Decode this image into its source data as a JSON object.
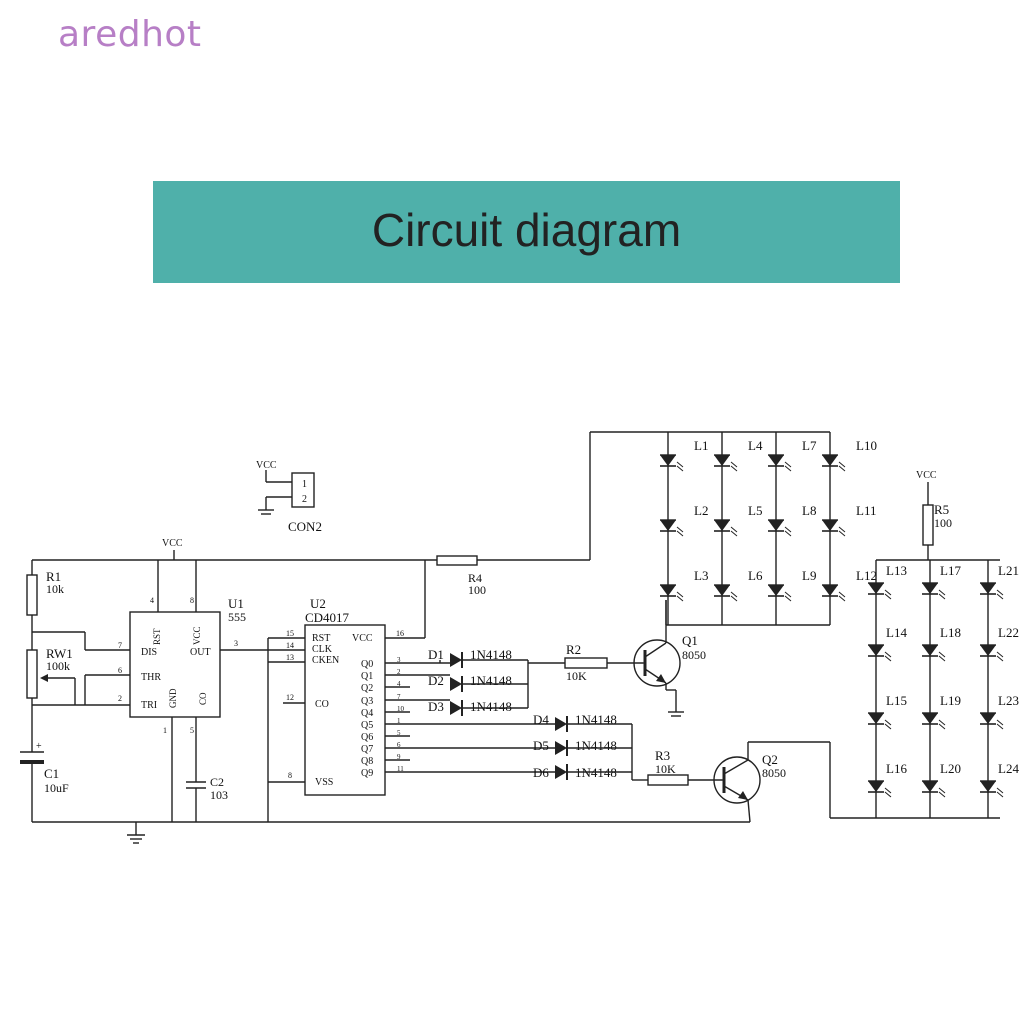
{
  "brand": "aredhot",
  "banner": {
    "title": "Circuit diagram",
    "color": "#4fb0aa"
  },
  "components": {
    "con2": {
      "vcc": "VCC",
      "pin1": "1",
      "pin2": "2",
      "label": "CON2"
    },
    "vcc_main": "VCC",
    "r1": {
      "ref": "R1",
      "value": "10k"
    },
    "rw1": {
      "ref": "RW1",
      "value": "100k"
    },
    "c1": {
      "ref": "C1",
      "value": "10uF"
    },
    "c2": {
      "ref": "C2",
      "value": "103"
    },
    "u1": {
      "ref": "U1",
      "part": "555",
      "pin_rst": "RST",
      "pin_dis": "DIS",
      "pin_thr": "THR",
      "pin_tri": "TRI",
      "pin_vcc": "VCC",
      "pin_out": "OUT",
      "pin_gnd": "GND",
      "pin_co": "CO",
      "n7": "7",
      "n6": "6",
      "n2": "2",
      "n4": "4",
      "n8": "8",
      "n3": "3",
      "n1": "1",
      "n5": "5"
    },
    "u2": {
      "ref": "U2",
      "part": "CD4017",
      "rst": "RST",
      "clk": "CLK",
      "cken": "CKEN",
      "co": "CO",
      "vss": "VSS",
      "vcc": "VCC",
      "q": [
        "Q0",
        "Q1",
        "Q2",
        "Q3",
        "Q4",
        "Q5",
        "Q6",
        "Q7",
        "Q8",
        "Q9"
      ],
      "pins_left": [
        "15",
        "14",
        "13",
        "12",
        "8"
      ],
      "pin_vcc": "16",
      "pins_q": [
        "3",
        "2",
        "4",
        "7",
        "10",
        "1",
        "5",
        "6",
        "9",
        "11"
      ]
    },
    "r4": {
      "ref": "R4",
      "value": "100"
    },
    "r2": {
      "ref": "R2",
      "value": "10K"
    },
    "r3": {
      "ref": "R3",
      "value": "10K"
    },
    "r5": {
      "vcc": "VCC",
      "ref": "R5",
      "value": "100"
    },
    "diodes": [
      {
        "ref": "D1",
        "part": "1N4148"
      },
      {
        "ref": "D2",
        "part": "1N4148"
      },
      {
        "ref": "D3",
        "part": "1N4148"
      },
      {
        "ref": "D4",
        "part": "1N4148"
      },
      {
        "ref": "D5",
        "part": "1N4148"
      },
      {
        "ref": "D6",
        "part": "1N4148"
      }
    ],
    "q1": {
      "ref": "Q1",
      "part": "8050"
    },
    "q2": {
      "ref": "Q2",
      "part": "8050"
    },
    "leds_upper": [
      "L1",
      "L2",
      "L3",
      "L4",
      "L5",
      "L6",
      "L7",
      "L8",
      "L9",
      "L10",
      "L11",
      "L12"
    ],
    "leds_lower": [
      "L13",
      "L14",
      "L15",
      "L16",
      "L17",
      "L18",
      "L19",
      "L20",
      "L21",
      "L22",
      "L23",
      "L24"
    ]
  }
}
